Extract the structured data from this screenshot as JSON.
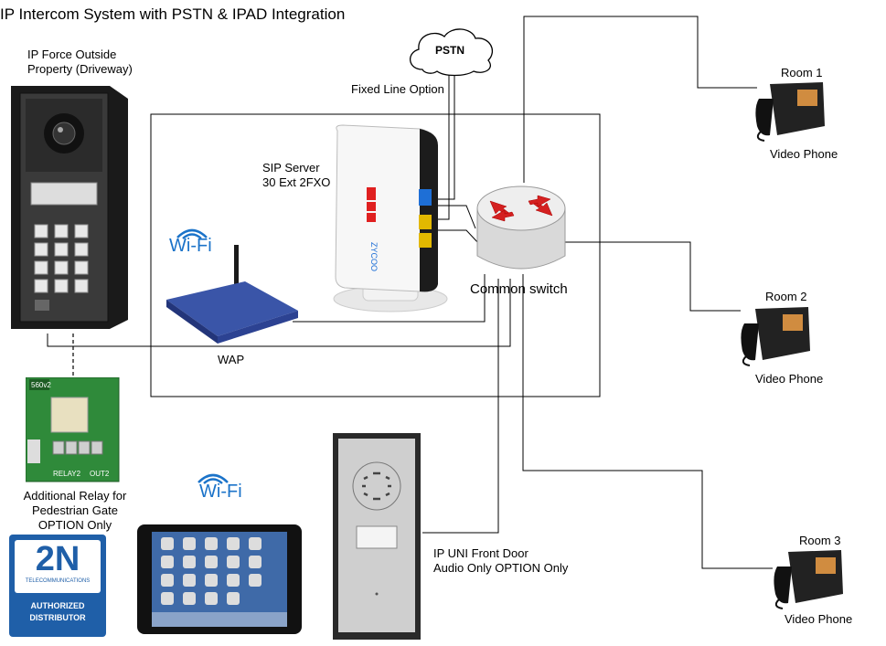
{
  "title": "IP Intercom System with PSTN & IPAD Integration",
  "labels": {
    "outside_unit": [
      "IP Force Outside",
      "Property (Driveway)"
    ],
    "pstn": "PSTN",
    "fixed_line": "Fixed Line Option",
    "sip_server": [
      "SIP Server",
      "30 Ext 2FXO"
    ],
    "wifi": "Wi-Fi",
    "common_switch": "Common switch",
    "wap": "WAP",
    "relay": [
      "Additional Relay for",
      "Pedestrian Gate",
      "OPTION Only"
    ],
    "front_door": [
      "IP UNI Front Door",
      "Audio Only OPTION Only"
    ],
    "room1": "Room 1",
    "room2": "Room 2",
    "room3": "Room 3",
    "video_phone": "Video Phone"
  },
  "logo": {
    "brand": "2N",
    "subtitle": "TELECOMMUNICATIONS",
    "badge": [
      "AUTHORIZED",
      "DISTRIBUTOR"
    ]
  },
  "server_brand": "ZYCOO",
  "relay_silkscreen": [
    "RELAY2",
    "OUT2"
  ],
  "colors": {
    "brand_blue": "#1f5fa8",
    "wifi_blue": "#1b73c9",
    "switch_arrow": "#d42020"
  }
}
